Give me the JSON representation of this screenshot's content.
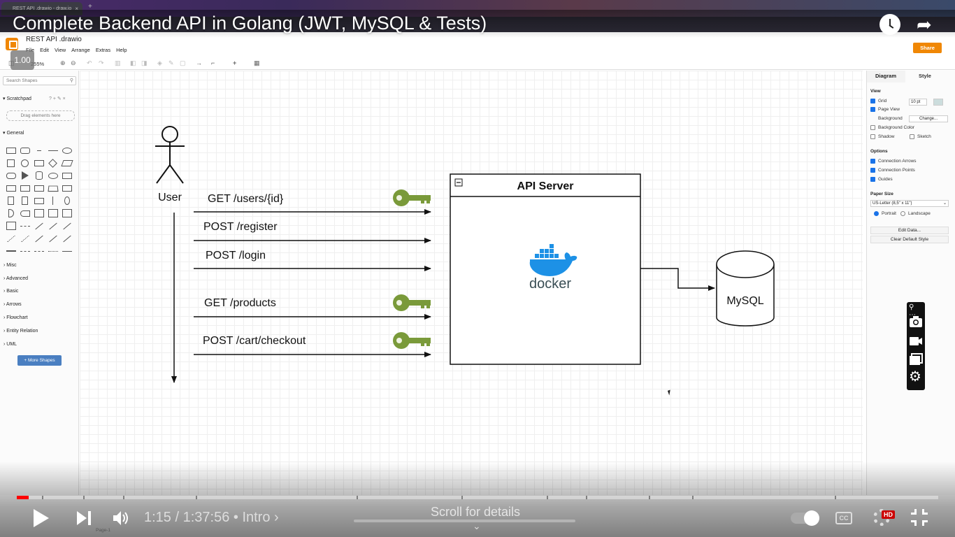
{
  "browser": {
    "tab_title": "REST API .drawio - draw.io",
    "tab_close": "×",
    "new_tab": "+"
  },
  "video": {
    "title": "Complete Backend API in Golang (JWT, MySQL & Tests)",
    "speed": "1.00",
    "time": "1:15 / 1:37:56",
    "chapter": "• Intro ›",
    "scroll_hint": "Scroll for details",
    "hd_badge": "HD",
    "cc": "CC",
    "progress_fraction": 0.0128
  },
  "drawio": {
    "doc_title": "REST API .drawio",
    "menu": [
      "File",
      "Edit",
      "View",
      "Arrange",
      "Extras",
      "Help"
    ],
    "share_label": "Share",
    "zoom": "255%",
    "search_placeholder": "Search Shapes",
    "scratchpad": "Scratchpad",
    "scratch_actions": "? + ✎ ×",
    "drag_hint": "Drag elements here",
    "general": "General",
    "categories": [
      "Misc",
      "Advanced",
      "Basic",
      "Arrows",
      "Flowchart",
      "Entity Relation",
      "UML"
    ],
    "more_shapes": "+ More Shapes",
    "page_tab": "Page-1",
    "right_panel": {
      "tab_diagram": "Diagram",
      "tab_style": "Style",
      "view_heading": "View",
      "grid": "Grid",
      "grid_size": "10 pt",
      "page_view": "Page View",
      "background": "Background",
      "change": "Change...",
      "background_color": "Background Color",
      "shadow": "Shadow",
      "sketch": "Sketch",
      "options_heading": "Options",
      "connection_arrows": "Connection Arrows",
      "connection_points": "Connection Points",
      "guides": "Guides",
      "paper_size_heading": "Paper Size",
      "paper_size": "US-Letter (8,5\" x 11\")",
      "portrait": "Portrait",
      "landscape": "Landscape",
      "edit_data": "Edit Data...",
      "clear_default_style": "Clear Default Style"
    }
  },
  "diagram": {
    "actor_label": "User",
    "server_title": "API Server",
    "docker_label": "docker",
    "db_label": "MySQL",
    "requests": [
      {
        "label": "GET /users/{id}",
        "auth": true
      },
      {
        "label": "POST /register",
        "auth": false
      },
      {
        "label": "POST /login",
        "auth": false
      },
      {
        "label": "GET /products",
        "auth": true
      },
      {
        "label": "POST /cart/checkout",
        "auth": true
      }
    ],
    "colors": {
      "key": "#7a9a3a",
      "docker": "#1d91e6",
      "docker_text": "#394d54"
    }
  }
}
